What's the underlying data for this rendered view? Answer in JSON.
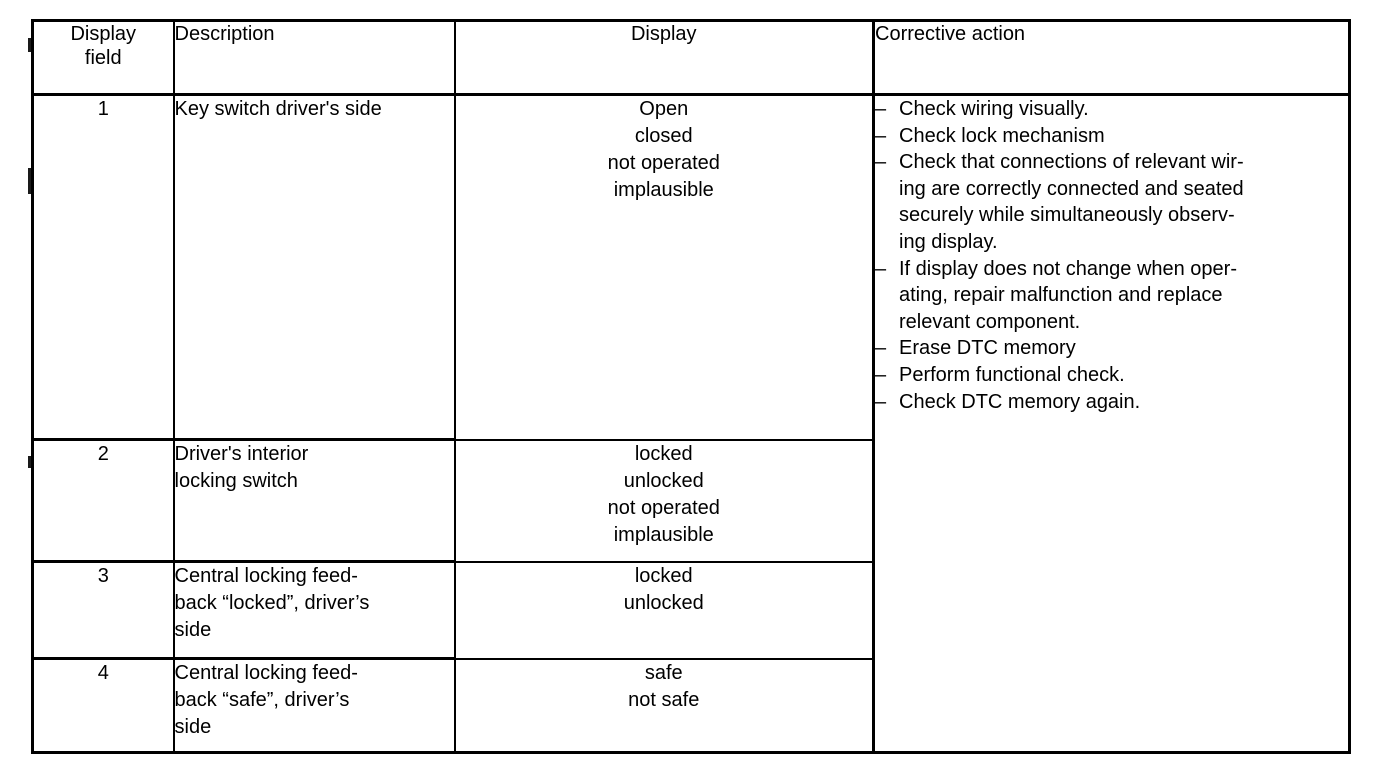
{
  "document": {
    "type": "service-manual-diagnostic-table",
    "background_color": "#ffffff",
    "text_color": "#000000"
  },
  "table": {
    "columns": [
      {
        "key": "display_field",
        "header_line1": "Display",
        "header_line2": "field",
        "bold": true,
        "align": "center"
      },
      {
        "key": "description",
        "header_line1": "Description",
        "header_line2": "",
        "bold": false,
        "align": "left"
      },
      {
        "key": "display",
        "header_line1": "Display",
        "header_line2": "",
        "bold": true,
        "align": "center"
      },
      {
        "key": "corrective_action",
        "header_line1": "Corrective action",
        "header_line2": "",
        "bold": false,
        "align": "left"
      }
    ],
    "rows": [
      {
        "display_field": "1",
        "description_lines": [
          "Key switch driver's side"
        ],
        "display_values": [
          "Open",
          "closed",
          "not operated",
          "implausible"
        ]
      },
      {
        "display_field": "2",
        "description_lines": [
          "Driver's interior",
          "locking switch"
        ],
        "display_values": [
          "locked",
          "unlocked",
          "not operated",
          "implausible"
        ]
      },
      {
        "display_field": "3",
        "description_lines": [
          "Central locking feed-",
          "back “locked”, driver’s",
          "side"
        ],
        "display_values": [
          "locked",
          "unlocked"
        ]
      },
      {
        "display_field": "4",
        "description_lines": [
          "Central locking feed-",
          "back “safe”, driver’s",
          "side"
        ],
        "display_values": [
          "safe",
          "not safe"
        ]
      }
    ],
    "corrective_action": {
      "bullet_char": "–",
      "items": [
        {
          "lines": [
            "Check wiring visually."
          ]
        },
        {
          "lines": [
            "Check lock mechanism"
          ]
        },
        {
          "lines": [
            "Check that connections of relevant wir-",
            "ing are correctly connected and seated",
            "securely while simultaneously observ-",
            "ing display."
          ]
        },
        {
          "lines": [
            "If display does not change when oper-",
            "ating, repair malfunction and replace",
            "relevant component."
          ]
        },
        {
          "lines": [
            "Erase DTC memory"
          ]
        },
        {
          "lines": [
            "Perform functional check."
          ]
        },
        {
          "lines": [
            "Check DTC memory again."
          ]
        }
      ]
    }
  }
}
